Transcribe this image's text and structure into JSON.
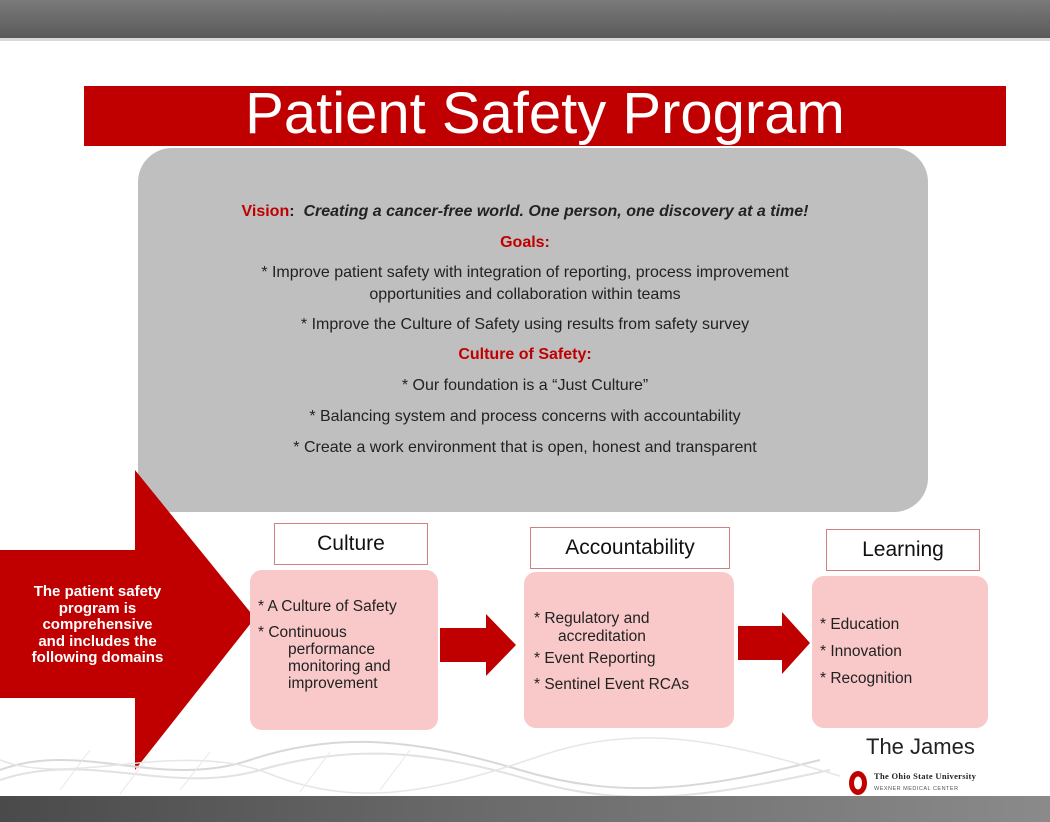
{
  "title": "Patient Safety Program",
  "vision": {
    "label": "Vision",
    "separator": ":",
    "text": "Creating a cancer-free world. One person, one discovery at a time!"
  },
  "goals": {
    "heading": "Goals:",
    "items": [
      "* Improve patient safety with integration of reporting, process improvement",
      "opportunities and collaboration within teams",
      "* Improve the Culture of Safety using results from  safety survey"
    ]
  },
  "culture_of_safety": {
    "heading": "Culture of Safety:",
    "items": [
      "* Our foundation is a “Just Culture”",
      "* Balancing system and process concerns with accountability",
      "* Create a work environment that is open, honest and transparent"
    ]
  },
  "big_arrow_text": [
    "The patient safety",
    "program is",
    "comprehensive",
    "and includes the",
    "following domains"
  ],
  "domains": [
    {
      "label": "Culture",
      "items": [
        "* A Culture of Safety",
        "* Continuous",
        "performance",
        "monitoring and",
        "improvement"
      ]
    },
    {
      "label": "Accountability",
      "items": [
        "* Regulatory and",
        "accreditation",
        "* Event Reporting",
        "* Sentinel Event RCAs"
      ]
    },
    {
      "label": "Learning",
      "items": [
        "* Education",
        "* Innovation",
        "* Recognition"
      ]
    }
  ],
  "footer": {
    "brand": "The James",
    "university": "The Ohio State University",
    "center": "WEXNER MEDICAL CENTER"
  },
  "colors": {
    "accent_red": "#c00000",
    "panel_gray": "#bfbfbf",
    "box_pink": "#f9c9c9"
  }
}
